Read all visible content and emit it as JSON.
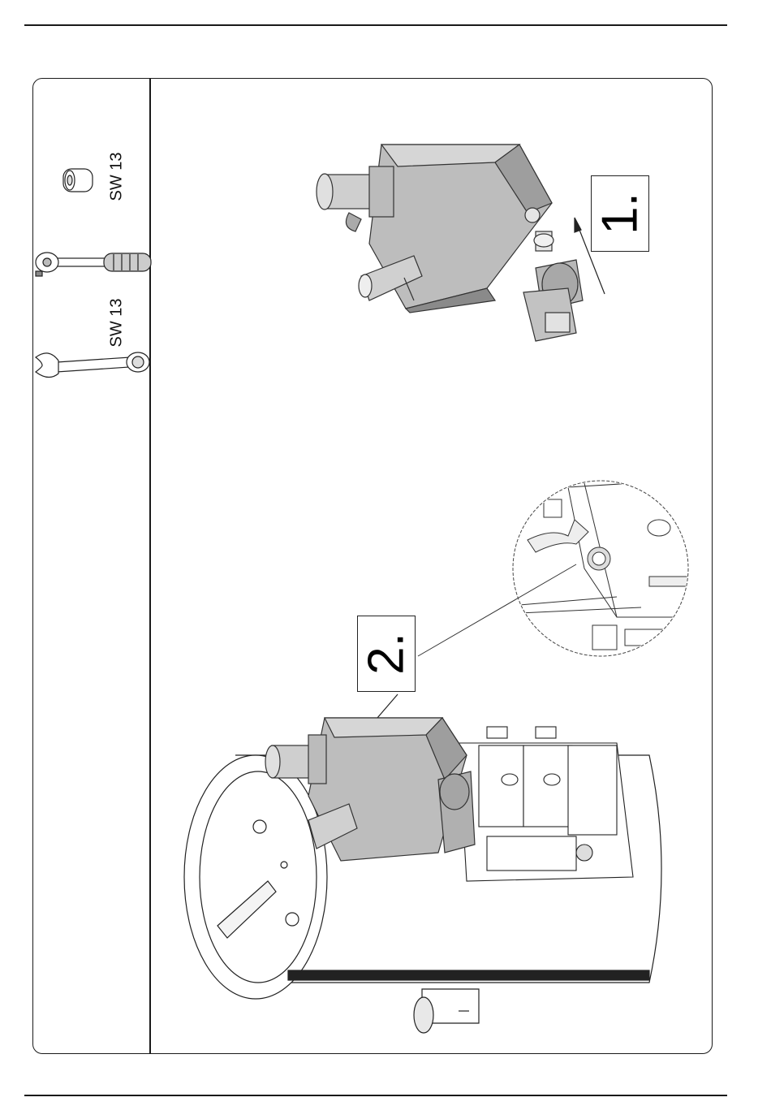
{
  "tools": {
    "socket_label": "SW 13",
    "wrench_label": "SW 13"
  },
  "steps": {
    "step1_label": "1.",
    "step2_label": "2."
  }
}
